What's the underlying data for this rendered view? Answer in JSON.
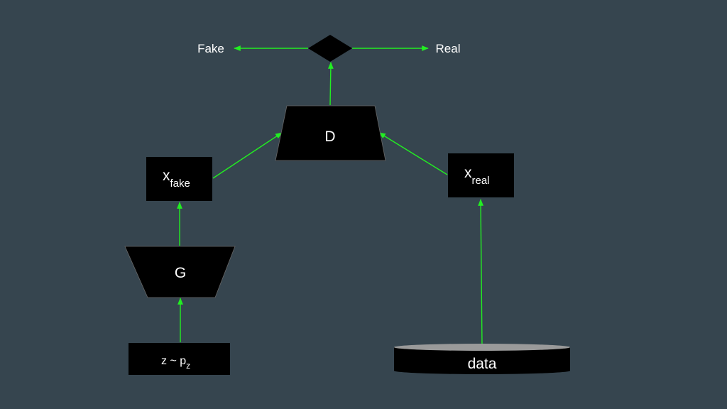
{
  "diagram": {
    "decision": {
      "left_output": "Fake",
      "right_output": "Real"
    },
    "discriminator": {
      "label": "D"
    },
    "generator": {
      "label": "G"
    },
    "x_fake": {
      "base": "x",
      "subscript": "fake"
    },
    "x_real": {
      "base": "x",
      "subscript": "real"
    },
    "noise": {
      "base": "z ~ p",
      "subscript": "z"
    },
    "dataset": {
      "label": "data"
    },
    "colors": {
      "background": "#36454f",
      "node_fill": "#000000",
      "edge": "#22ee22",
      "text": "#ffffff",
      "cylinder_top": "#9a9a9a"
    }
  }
}
